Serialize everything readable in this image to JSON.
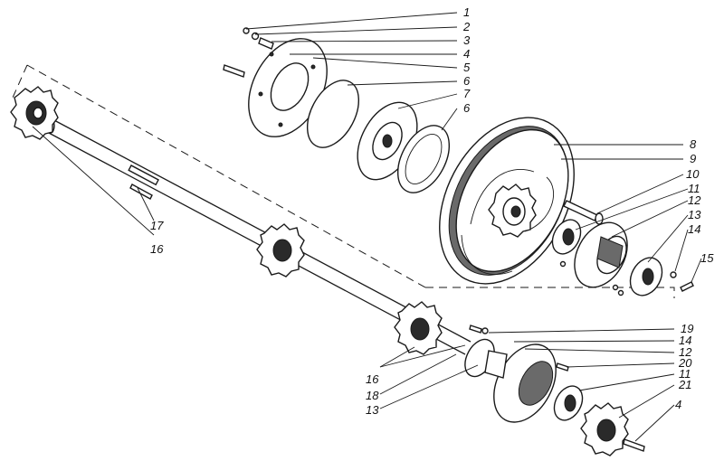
{
  "callouts": [
    {
      "id": "c1",
      "text": "1"
    },
    {
      "id": "c2",
      "text": "2"
    },
    {
      "id": "c3",
      "text": "3"
    },
    {
      "id": "c4a",
      "text": "4"
    },
    {
      "id": "c5",
      "text": "5"
    },
    {
      "id": "c6a",
      "text": "6"
    },
    {
      "id": "c7",
      "text": "7"
    },
    {
      "id": "c6b",
      "text": "6"
    },
    {
      "id": "c8",
      "text": "8"
    },
    {
      "id": "c9",
      "text": "9"
    },
    {
      "id": "c10",
      "text": "10"
    },
    {
      "id": "c11a",
      "text": "11"
    },
    {
      "id": "c12a",
      "text": "12"
    },
    {
      "id": "c13a",
      "text": "13"
    },
    {
      "id": "c14a",
      "text": "14"
    },
    {
      "id": "c15",
      "text": "15"
    },
    {
      "id": "c17",
      "text": "17"
    },
    {
      "id": "c16a",
      "text": "16"
    },
    {
      "id": "c19",
      "text": "19"
    },
    {
      "id": "c14b",
      "text": "14"
    },
    {
      "id": "c12b",
      "text": "12"
    },
    {
      "id": "c20",
      "text": "20"
    },
    {
      "id": "c11b",
      "text": "11"
    },
    {
      "id": "c21",
      "text": "21"
    },
    {
      "id": "c4b",
      "text": "4"
    },
    {
      "id": "c16b",
      "text": "16"
    },
    {
      "id": "c18",
      "text": "18"
    },
    {
      "id": "c13b",
      "text": "13"
    }
  ]
}
